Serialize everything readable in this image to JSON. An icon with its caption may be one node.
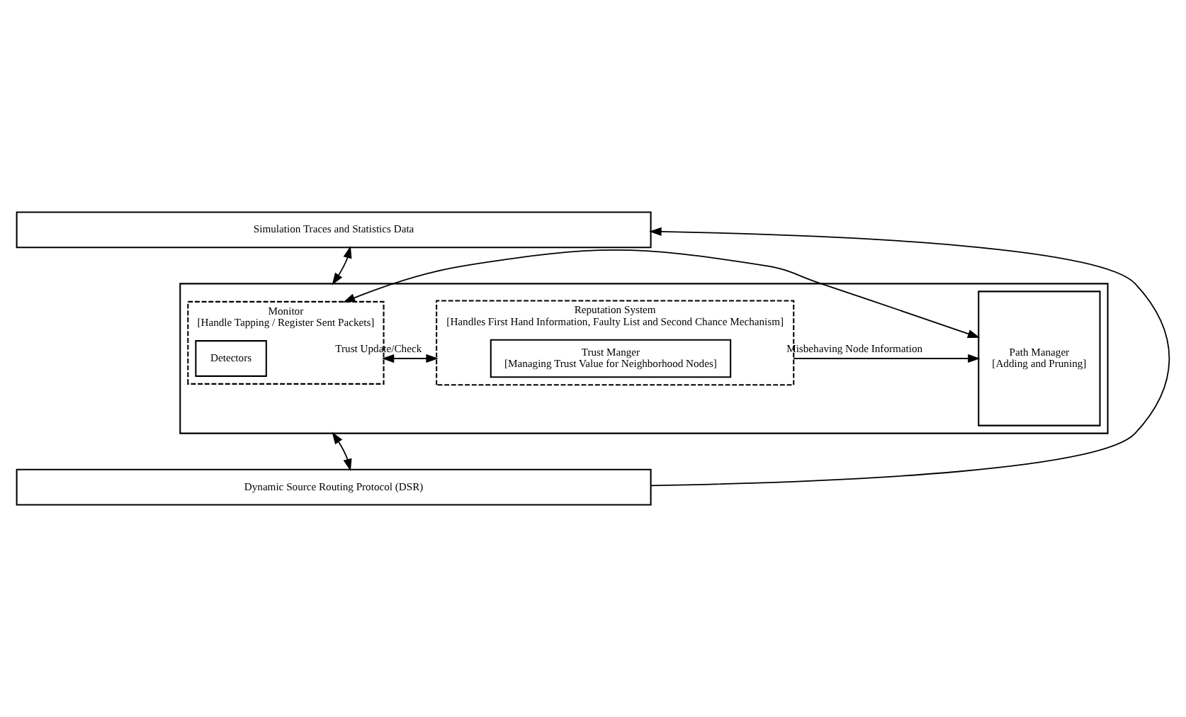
{
  "diagram": {
    "nodes": [
      {
        "text": [
          "Simulation Traces and Statistics Data"
        ]
      },
      {
        "text": [],
        "shape": "box"
      },
      {
        "text": [
          "Monitor",
          "[Handle Tapping / Register Sent Packets]"
        ],
        "in": 1
      },
      {
        "text": [
          "Detectors"
        ],
        "in": 2
      },
      {
        "text": [
          "Reputation System",
          "[Handles First Hand Information, Faulty List and Second Chance Mechanism]"
        ],
        "in": 1
      },
      {
        "text": [
          "Trust Manger",
          "[Managing Trust Value for Neighborhood Nodes]"
        ],
        "in": 4
      },
      {
        "text": [
          "Path Manager",
          "[Adding and Pruning]"
        ],
        "in": 1
      },
      {
        "text": [
          "Dynamic Source Routing Protocol (DSR)"
        ]
      }
    ],
    "edges": [
      {
        "from": 0,
        "to": 1,
        "arrow": "both"
      },
      {
        "from": 2,
        "to": 4,
        "arrow": "both",
        "label": "Trust Update/Check"
      },
      {
        "from": 4,
        "to": 6,
        "arrow": "to",
        "label": "Misbehaving Node Information"
      },
      {
        "from": 2,
        "to": 6,
        "arrow": "both"
      },
      {
        "from": 1,
        "to": 7,
        "arrow": "both"
      },
      {
        "from": 7,
        "to": 0,
        "arrow": "to"
      }
    ]
  }
}
